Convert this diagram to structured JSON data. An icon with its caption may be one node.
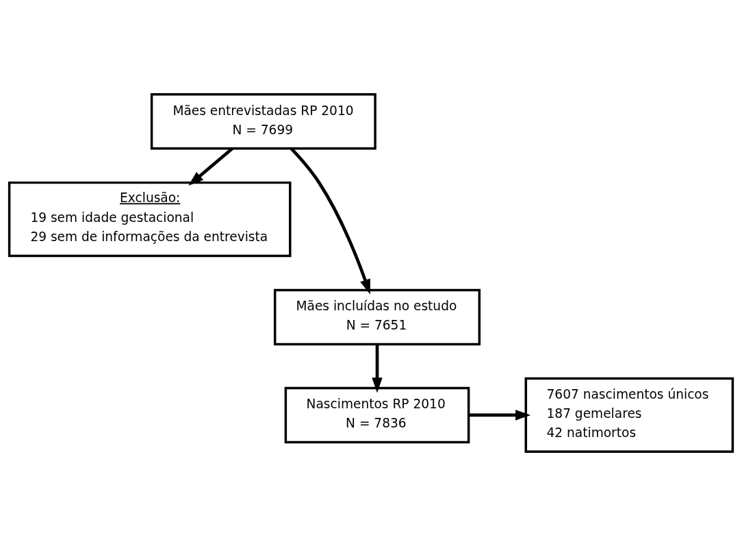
{
  "diagram": {
    "nodes": [
      {
        "text": [
          "Mães entrevistadas RP 2010",
          "N = 7699"
        ]
      },
      {
        "text": [
          "Exclusão:",
          "19 sem idade gestacional",
          "29 sem de informações da entrevista"
        ]
      },
      {
        "text": [
          "Mães incluídas no estudo",
          "N = 7651"
        ]
      },
      {
        "text": [
          "Nascimentos RP 2010",
          "N = 7836"
        ]
      },
      {
        "text": [
          "7607 nascimentos únicos",
          "187 gemelares",
          "42 natimortos"
        ]
      }
    ],
    "edges": [
      {
        "from": 0,
        "to": 1,
        "arrow": "to"
      },
      {
        "from": 0,
        "to": 2,
        "arrow": "to"
      },
      {
        "from": 2,
        "to": 3,
        "arrow": "to"
      },
      {
        "from": 3,
        "to": 4,
        "arrow": "to"
      }
    ]
  }
}
